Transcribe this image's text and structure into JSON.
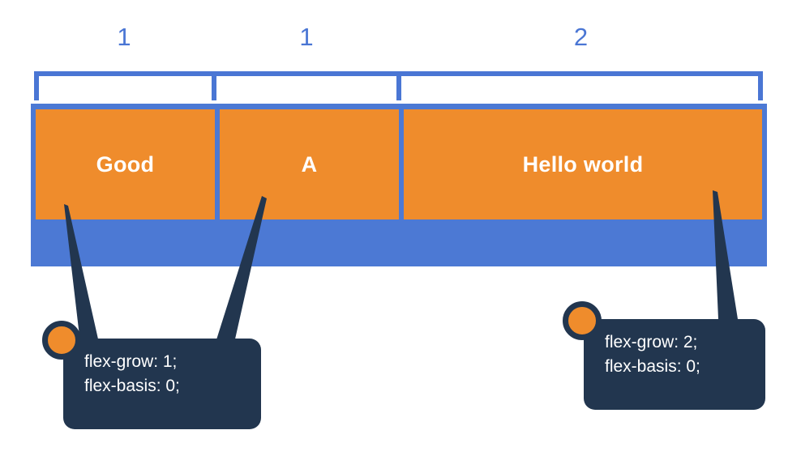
{
  "diagram": {
    "title": "flex-grow ratio diagram",
    "colors": {
      "orange": "#ef8c2c",
      "blue": "#4c79d4",
      "bracket_blue": "#4a76d4",
      "navy": "#22364f",
      "white": "#ffffff",
      "background": "#ffffff"
    },
    "ratio_labels": [
      {
        "value": "1"
      },
      {
        "value": "1"
      },
      {
        "value": "2"
      }
    ],
    "flex_items": [
      {
        "label": "Good",
        "grow": 1
      },
      {
        "label": "A",
        "grow": 1
      },
      {
        "label": "Hello world",
        "grow": 2
      }
    ],
    "callouts": [
      {
        "id": "callout-left",
        "lines": [
          "flex-grow: 1;",
          "flex-basis: 0;"
        ],
        "badge": "orange-dot"
      },
      {
        "id": "callout-right",
        "lines": [
          "flex-grow: 2;",
          "flex-basis: 0;"
        ],
        "badge": "orange-dot"
      }
    ]
  }
}
